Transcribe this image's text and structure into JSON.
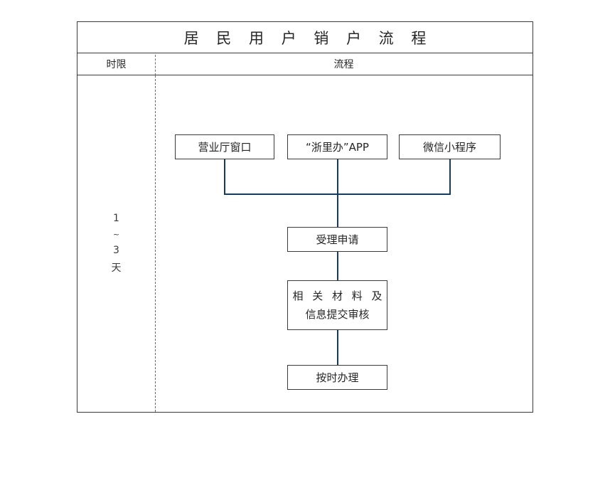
{
  "document": {
    "title": "居 民 用 户 销 户 流 程",
    "columns": {
      "limit_header": "时限",
      "flow_header": "流程"
    },
    "duration": {
      "lines": [
        "1",
        "~",
        "3",
        "天"
      ]
    }
  },
  "flow": {
    "channels": [
      {
        "label": "营业厅窗口"
      },
      {
        "label": "“浙里办”APP"
      },
      {
        "label": "微信小程序"
      }
    ],
    "steps": [
      {
        "label": "受理申请"
      },
      {
        "line1": "相 关 材 料 及",
        "line2": "信息提交审核"
      },
      {
        "label": "按时办理"
      }
    ]
  },
  "colors": {
    "connector": "#1a3a5c",
    "border": "#3a3a3a",
    "dashed": "#6b6b6b",
    "text": "#262626"
  }
}
